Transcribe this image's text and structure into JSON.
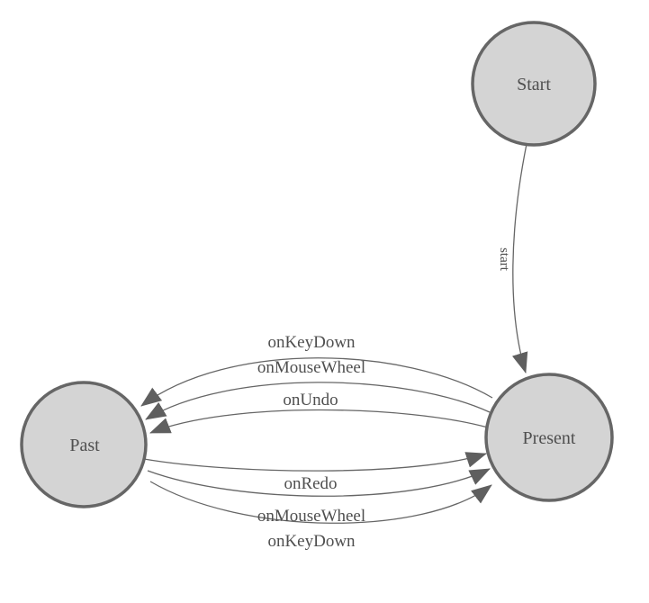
{
  "diagram": {
    "kind": "state-machine",
    "background": "#ffffff",
    "colors": {
      "node_fill": "#d4d4d4",
      "node_stroke": "#666666",
      "edge_stroke": "#666666",
      "arrow_fill": "#5f5f5f",
      "label_text": "#4f4f4f"
    },
    "nodes": [
      {
        "id": "start",
        "label": "Start"
      },
      {
        "id": "present",
        "label": "Present"
      },
      {
        "id": "past",
        "label": "Past"
      }
    ],
    "edges": [
      {
        "from": "Start",
        "to": "Present",
        "label": "start"
      },
      {
        "from": "Present",
        "to": "Past",
        "label": "onKeyDown"
      },
      {
        "from": "Present",
        "to": "Past",
        "label": "onMouseWheel"
      },
      {
        "from": "Present",
        "to": "Past",
        "label": "onUndo"
      },
      {
        "from": "Past",
        "to": "Present",
        "label": "onRedo"
      },
      {
        "from": "Past",
        "to": "Present",
        "label": "onMouseWheel"
      },
      {
        "from": "Past",
        "to": "Present",
        "label": "onKeyDown"
      }
    ]
  }
}
